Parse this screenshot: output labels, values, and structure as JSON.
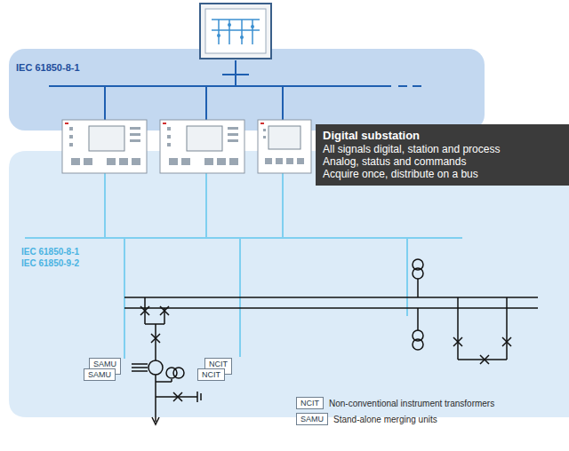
{
  "diagram": {
    "nodes": [
      {
        "text": [
          "Digital substation",
          "All signals digital, station and process",
          "Analog, status and commands",
          "Acquire once, distribute on a bus"
        ]
      },
      {
        "text": [
          "NCIT"
        ]
      },
      {
        "text": [
          "NCIT"
        ]
      },
      {
        "text": [
          "SAMU"
        ]
      },
      {
        "text": [
          "SAMU"
        ]
      },
      {
        "text": [
          "NCIT"
        ]
      },
      {
        "text": [
          "SAMU"
        ]
      }
    ],
    "labels": [
      "IEC 61850-8-1",
      "IEC 61850-8-1",
      "IEC 61850-9-2"
    ],
    "legend": [
      {
        "text": "Non-conventional instrument transformers"
      },
      {
        "text": "Stand-alone merging units"
      }
    ]
  }
}
